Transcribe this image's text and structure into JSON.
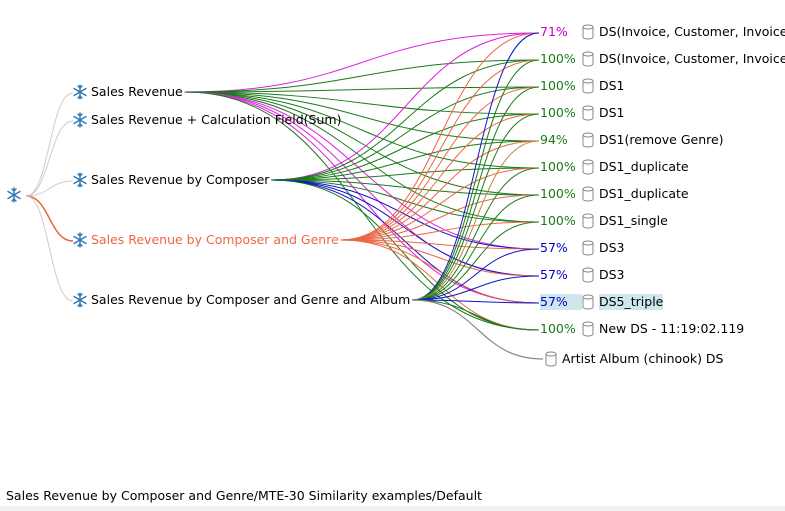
{
  "root": {
    "icon": "snowflake-icon"
  },
  "reports": [
    {
      "label": "Sales Revenue",
      "color": "#000000"
    },
    {
      "label": "Sales Revenue + Calculation Field(Sum)",
      "color": "#000000"
    },
    {
      "label": "Sales Revenue by Composer",
      "color": "#000000"
    },
    {
      "label": "Sales Revenue by Composer and Genre",
      "color": "#ee6644",
      "selected": true
    },
    {
      "label": "Sales Revenue by Composer and Genre and Album",
      "color": "#000000"
    }
  ],
  "datasets": [
    {
      "pct": "71%",
      "pct_color": "#cc00cc",
      "label": "DS(Invoice, Customer, InvoiceLine"
    },
    {
      "pct": "100%",
      "pct_color": "#1a7a1a",
      "label": "DS(Invoice, Customer, InvoiceLine"
    },
    {
      "pct": "100%",
      "pct_color": "#1a7a1a",
      "label": "DS1"
    },
    {
      "pct": "100%",
      "pct_color": "#1a7a1a",
      "label": "DS1"
    },
    {
      "pct": "94%",
      "pct_color": "#1a7a1a",
      "label": "DS1(remove Genre)"
    },
    {
      "pct": "100%",
      "pct_color": "#1a7a1a",
      "label": "DS1_duplicate"
    },
    {
      "pct": "100%",
      "pct_color": "#1a7a1a",
      "label": "DS1_duplicate"
    },
    {
      "pct": "100%",
      "pct_color": "#1a7a1a",
      "label": "DS1_single"
    },
    {
      "pct": "57%",
      "pct_color": "#0000cc",
      "label": "DS3"
    },
    {
      "pct": "57%",
      "pct_color": "#0000cc",
      "label": "DS3"
    },
    {
      "pct": "57%",
      "pct_color": "#0000cc",
      "label": "DS5_triple",
      "highlight": true
    },
    {
      "pct": "100%",
      "pct_color": "#1a7a1a",
      "label": "New DS - 11:19:02.119"
    },
    {
      "pct": "",
      "pct_color": "#1a7a1a",
      "label": "Artist Album (chinook) DS"
    }
  ],
  "link_colors": {
    "green": "#1a7a1a",
    "magenta": "#dd22dd",
    "blue": "#1111cc",
    "orange": "#ee6644",
    "olive": "#b8863b",
    "gray": "#888888",
    "tree": "#cccccc"
  },
  "status_bar": {
    "path": "Sales Revenue by Composer and Genre/MTE-30 Similarity examples/Default"
  }
}
